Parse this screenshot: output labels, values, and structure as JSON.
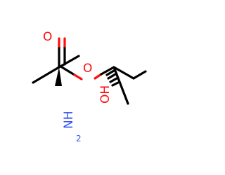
{
  "molecule": {
    "atoms": {
      "carbonyl_oxygen": "O",
      "ester_oxygen": "O",
      "hydroxyl": "OH",
      "amine": "NH",
      "amine_subscript": "2"
    },
    "colors": {
      "bond": "#000000",
      "oxygen": "#ff0d0d",
      "nitrogen": "#3050f8"
    }
  }
}
